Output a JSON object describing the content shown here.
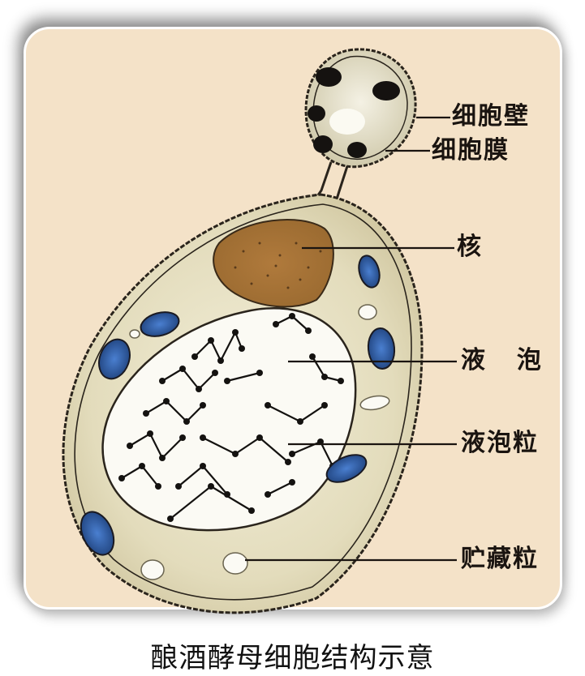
{
  "diagram": {
    "title": "酿酒酵母细胞结构示意",
    "labels": [
      {
        "id": "cell-wall",
        "text": "细胞壁"
      },
      {
        "id": "cell-membrane",
        "text": "细胞膜"
      },
      {
        "id": "nucleus",
        "text": "核"
      },
      {
        "id": "vacuole",
        "text": "液  泡"
      },
      {
        "id": "vacuole-granule",
        "text": "液泡粒"
      },
      {
        "id": "storage-granule",
        "text": "贮藏粒"
      }
    ],
    "colors": {
      "background": "#f4e2c8",
      "cytoplasm": "#e6e0c4",
      "nucleus": "#a8743a",
      "mitochondria": "#2f5fa8",
      "outline": "#2a241c"
    }
  }
}
